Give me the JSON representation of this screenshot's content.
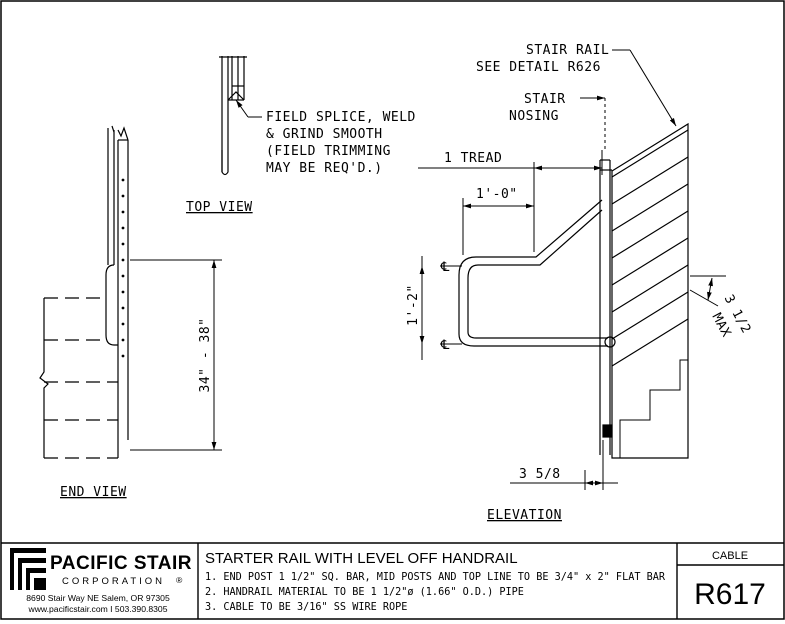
{
  "labels": {
    "stair_rail_1": "STAIR RAIL",
    "stair_rail_2": "SEE DETAIL R626",
    "stair_nosing_1": "STAIR",
    "stair_nosing_2": "NOSING",
    "field_splice_1": "FIELD SPLICE, WELD",
    "field_splice_2": "& GRIND SMOOTH",
    "field_splice_3": "(FIELD TRIMMING",
    "field_splice_4": "MAY BE REQ'D.)",
    "top_view": "TOP VIEW",
    "end_view": "END VIEW",
    "elevation": "ELEVATION"
  },
  "dimensions": {
    "tread": "1 TREAD",
    "one_foot": "1'-0\"",
    "rail_height": "34\" - 38\"",
    "handrail_drop": "1'-2\"",
    "cable_spacing_1": "3 1/2",
    "cable_spacing_2": "MAX",
    "offset": "3 5/8",
    "centerline_symbol": "℄"
  },
  "title_block": {
    "company_name": "PACIFIC STAIR",
    "company_sub": "CORPORATION",
    "registered": "®",
    "address": "8690 Stair Way NE Salem, OR 97305",
    "contact": "www.pacificstair.com  I  503.390.8305",
    "title": "STARTER RAIL WITH LEVEL OFF HANDRAIL",
    "notes": [
      "1.  END POST 1 1/2\" SQ. BAR, MID POSTS AND TOP LINE TO BE 3/4\" x 2\" FLAT BAR",
      "2. HANDRAIL MATERIAL TO BE 1 1/2\"ø (1.66\" O.D.) PIPE",
      "3. CABLE TO BE 3/16\" SS WIRE ROPE"
    ],
    "type": "CABLE",
    "drawing_number": "R617"
  }
}
